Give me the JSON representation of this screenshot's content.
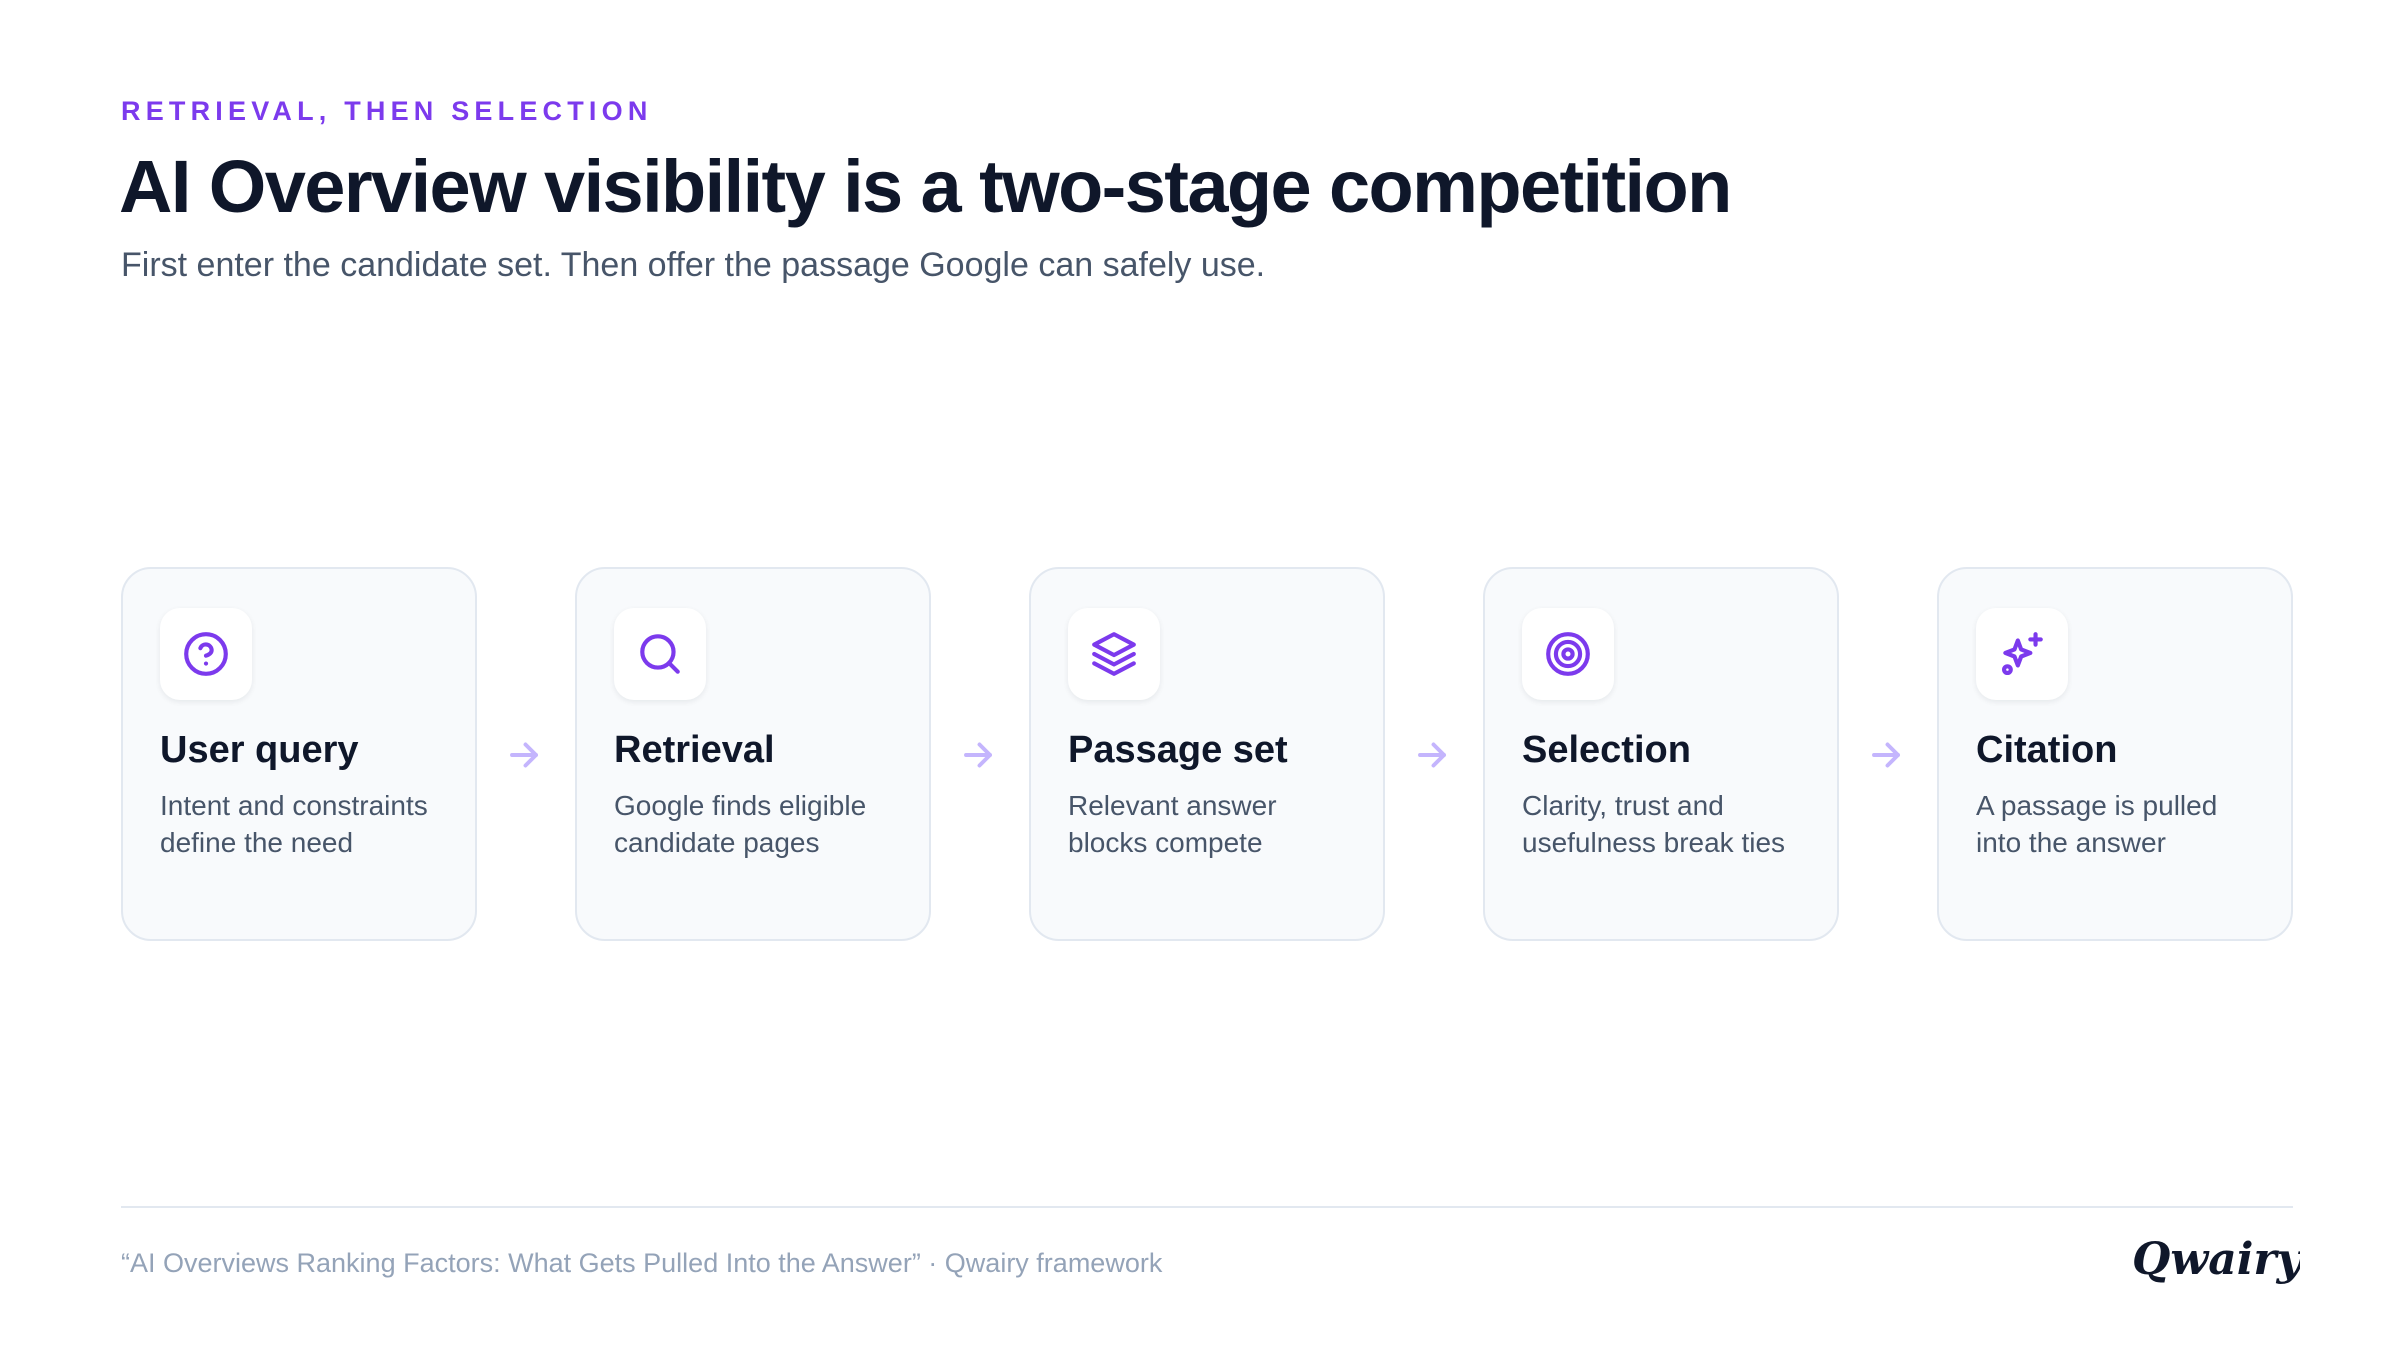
{
  "header": {
    "eyebrow": "RETRIEVAL, THEN SELECTION",
    "title": "AI Overview visibility is a two-stage competition",
    "subtitle": "First enter the candidate set. Then offer the passage Google can safely use."
  },
  "steps": [
    {
      "icon": "question-circle-icon",
      "title": "User query",
      "description": "Intent and constraints define the need"
    },
    {
      "icon": "search-icon",
      "title": "Retrieval",
      "description": "Google finds eligible candidate pages"
    },
    {
      "icon": "layers-icon",
      "title": "Passage set",
      "description": "Relevant answer blocks compete"
    },
    {
      "icon": "target-icon",
      "title": "Selection",
      "description": "Clarity, trust and usefulness break ties"
    },
    {
      "icon": "sparkles-icon",
      "title": "Citation",
      "description": "A passage is pulled into the answer"
    }
  ],
  "connector_icon": "arrow-right-icon",
  "footer": {
    "source": "“AI Overviews Ranking Factors: What Gets Pulled Into the Answer” · Qwairy framework",
    "logo_text": "Qwairy"
  },
  "colors": {
    "accent": "#7c3aed",
    "arrow": "#c4b5fd",
    "title": "#0f172a",
    "body": "#475569",
    "muted": "#94a3b8",
    "card_bg": "#f8fafc",
    "card_border": "#e2e8f0"
  }
}
